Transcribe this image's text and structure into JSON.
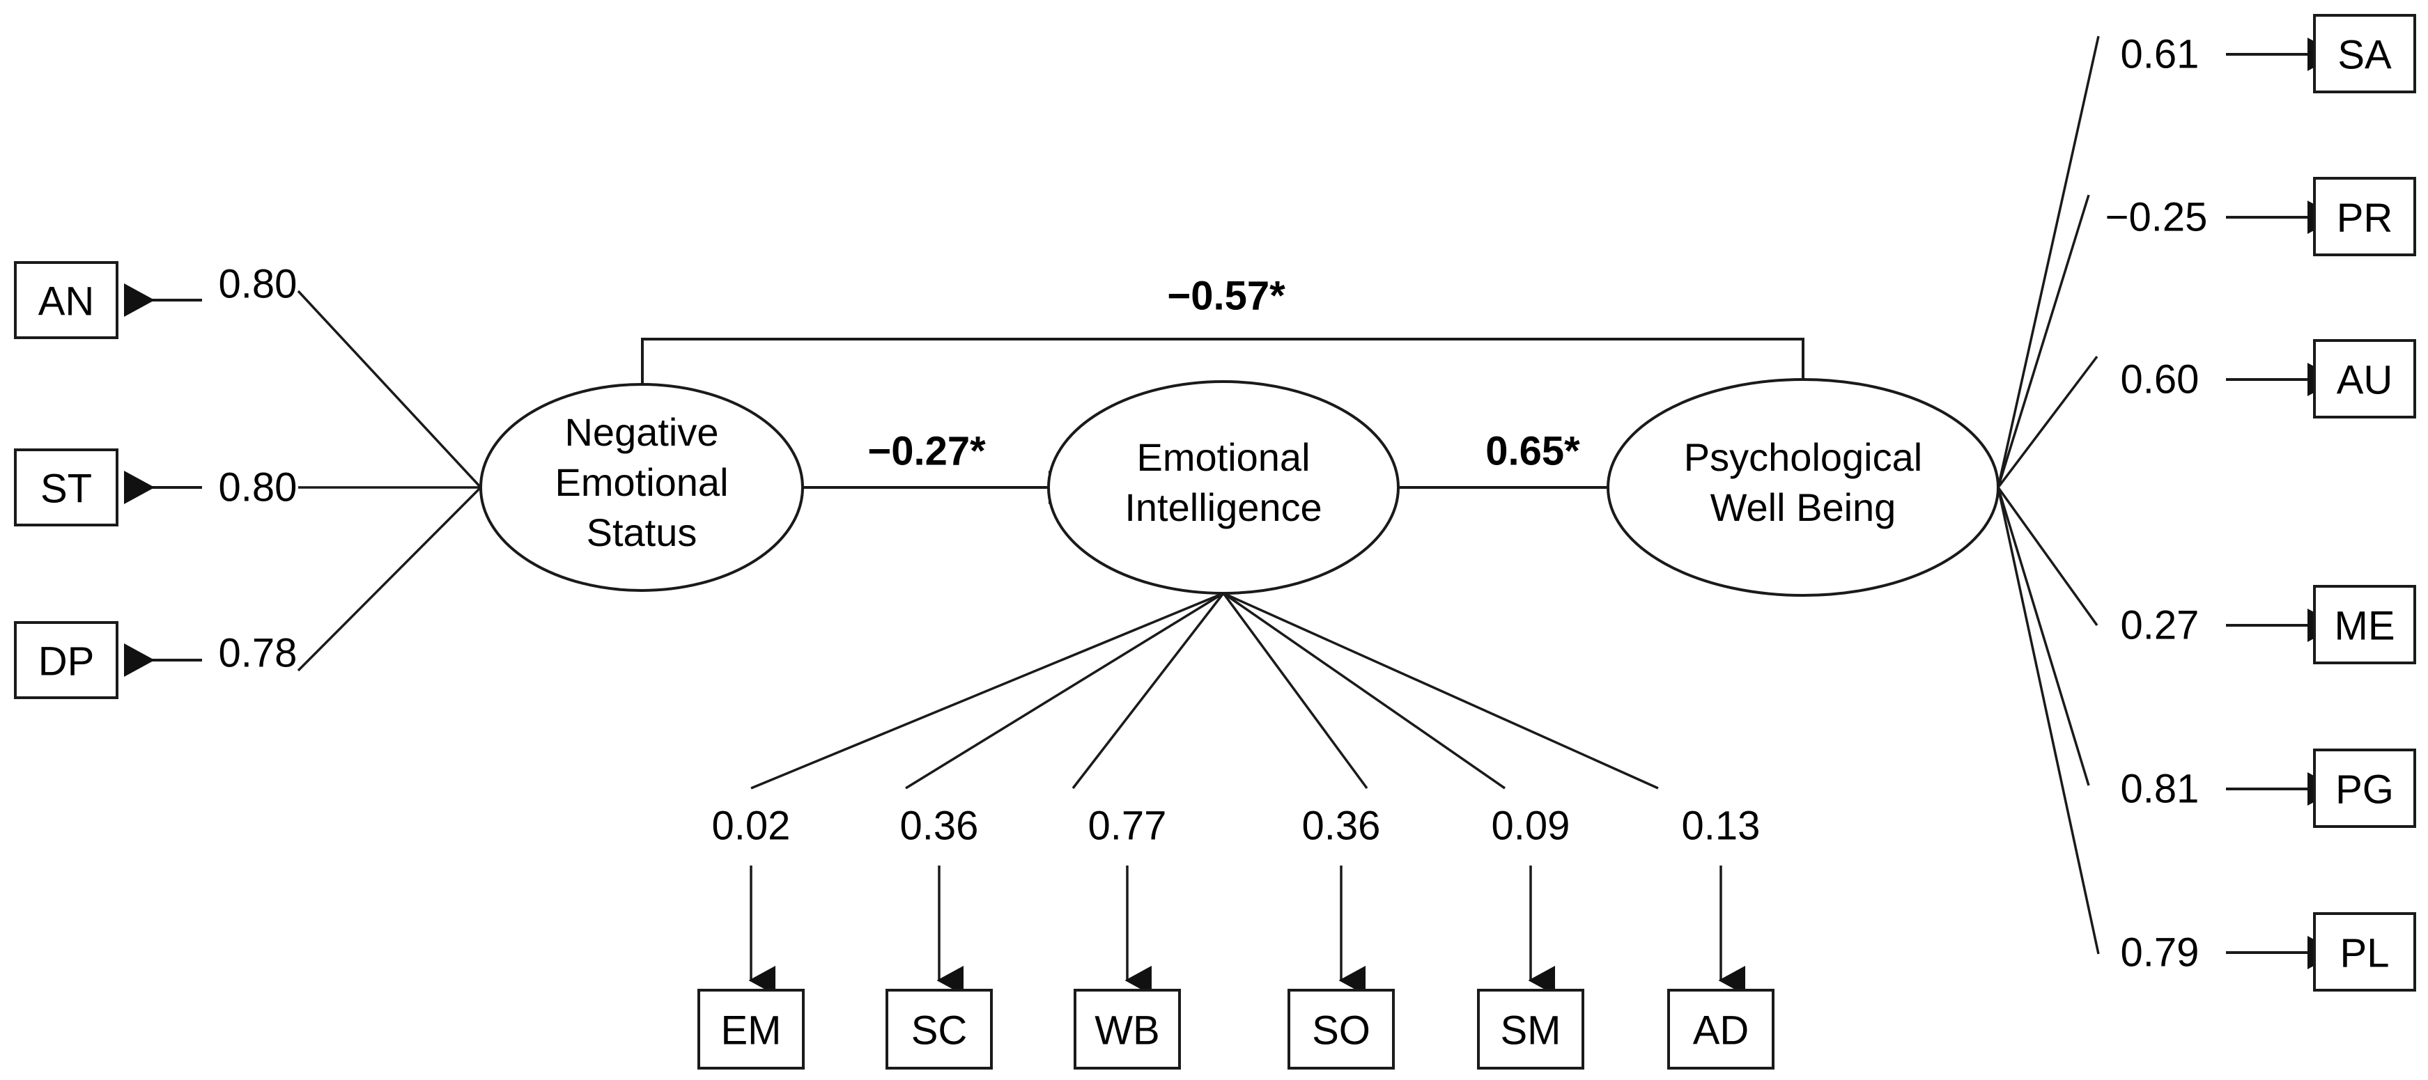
{
  "diagram": {
    "title": "Structural Equation Model Path Diagram",
    "type": "path-diagram"
  },
  "latents": {
    "negative_emotional_status": {
      "line1": "Negative",
      "line2": "Emotional",
      "line3": "Status"
    },
    "emotional_intelligence": {
      "line1": "Emotional",
      "line2": "Intelligence"
    },
    "psychological_well_being": {
      "line1": "Psychological",
      "line2": "Well Being"
    }
  },
  "structural_paths": {
    "nes_to_ei": "−0.27*",
    "ei_to_pwb": "0.65*",
    "nes_to_pwb": "−0.57*"
  },
  "left_indicators": [
    {
      "code": "AN",
      "loading": "0.80"
    },
    {
      "code": "ST",
      "loading": "0.80"
    },
    {
      "code": "DP",
      "loading": "0.78"
    }
  ],
  "bottom_indicators": [
    {
      "code": "EM",
      "loading": "0.02"
    },
    {
      "code": "SC",
      "loading": "0.36"
    },
    {
      "code": "WB",
      "loading": "0.77"
    },
    {
      "code": "SO",
      "loading": "0.36"
    },
    {
      "code": "SM",
      "loading": "0.09"
    },
    {
      "code": "AD",
      "loading": "0.13"
    }
  ],
  "right_indicators": [
    {
      "code": "SA",
      "loading": "0.61"
    },
    {
      "code": "PR",
      "loading": "−0.25"
    },
    {
      "code": "AU",
      "loading": "0.60"
    },
    {
      "code": "ME",
      "loading": "0.27"
    },
    {
      "code": "PG",
      "loading": "0.81"
    },
    {
      "code": "PL",
      "loading": "0.79"
    }
  ],
  "chart_data": {
    "type": "diagram",
    "title": "SEM path diagram: Negative Emotional Status → Emotional Intelligence → Psychological Well Being",
    "nodes": [
      {
        "id": "NES",
        "label": "Negative Emotional Status",
        "shape": "ellipse",
        "kind": "latent"
      },
      {
        "id": "EI",
        "label": "Emotional Intelligence",
        "shape": "ellipse",
        "kind": "latent"
      },
      {
        "id": "PWB",
        "label": "Psychological Well Being",
        "shape": "ellipse",
        "kind": "latent"
      },
      {
        "id": "AN",
        "label": "AN",
        "shape": "rect",
        "kind": "observed"
      },
      {
        "id": "ST",
        "label": "ST",
        "shape": "rect",
        "kind": "observed"
      },
      {
        "id": "DP",
        "label": "DP",
        "shape": "rect",
        "kind": "observed"
      },
      {
        "id": "EM",
        "label": "EM",
        "shape": "rect",
        "kind": "observed"
      },
      {
        "id": "SC",
        "label": "SC",
        "shape": "rect",
        "kind": "observed"
      },
      {
        "id": "WB",
        "label": "WB",
        "shape": "rect",
        "kind": "observed"
      },
      {
        "id": "SO",
        "label": "SO",
        "shape": "rect",
        "kind": "observed"
      },
      {
        "id": "SM",
        "label": "SM",
        "shape": "rect",
        "kind": "observed"
      },
      {
        "id": "AD",
        "label": "AD",
        "shape": "rect",
        "kind": "observed"
      },
      {
        "id": "SA",
        "label": "SA",
        "shape": "rect",
        "kind": "observed"
      },
      {
        "id": "PR",
        "label": "PR",
        "shape": "rect",
        "kind": "observed"
      },
      {
        "id": "AU",
        "label": "AU",
        "shape": "rect",
        "kind": "observed"
      },
      {
        "id": "ME",
        "label": "ME",
        "shape": "rect",
        "kind": "observed"
      },
      {
        "id": "PG",
        "label": "PG",
        "shape": "rect",
        "kind": "observed"
      },
      {
        "id": "PL",
        "label": "PL",
        "shape": "rect",
        "kind": "observed"
      }
    ],
    "edges": [
      {
        "from": "NES",
        "to": "EI",
        "value": "−0.27*",
        "kind": "structural",
        "significant": true
      },
      {
        "from": "EI",
        "to": "PWB",
        "value": "0.65*",
        "kind": "structural",
        "significant": true
      },
      {
        "from": "NES",
        "to": "PWB",
        "value": "−0.57*",
        "kind": "structural",
        "significant": true
      },
      {
        "from": "NES",
        "to": "AN",
        "value": "0.80",
        "kind": "loading"
      },
      {
        "from": "NES",
        "to": "ST",
        "value": "0.80",
        "kind": "loading"
      },
      {
        "from": "NES",
        "to": "DP",
        "value": "0.78",
        "kind": "loading"
      },
      {
        "from": "EI",
        "to": "EM",
        "value": "0.02",
        "kind": "loading"
      },
      {
        "from": "EI",
        "to": "SC",
        "value": "0.36",
        "kind": "loading"
      },
      {
        "from": "EI",
        "to": "WB",
        "value": "0.77",
        "kind": "loading"
      },
      {
        "from": "EI",
        "to": "SO",
        "value": "0.36",
        "kind": "loading"
      },
      {
        "from": "EI",
        "to": "SM",
        "value": "0.09",
        "kind": "loading"
      },
      {
        "from": "EI",
        "to": "AD",
        "value": "0.13",
        "kind": "loading"
      },
      {
        "from": "PWB",
        "to": "SA",
        "value": "0.61",
        "kind": "loading"
      },
      {
        "from": "PWB",
        "to": "PR",
        "value": "−0.25",
        "kind": "loading"
      },
      {
        "from": "PWB",
        "to": "AU",
        "value": "0.60",
        "kind": "loading"
      },
      {
        "from": "PWB",
        "to": "ME",
        "value": "0.27",
        "kind": "loading"
      },
      {
        "from": "PWB",
        "to": "PG",
        "value": "0.81",
        "kind": "loading"
      },
      {
        "from": "PWB",
        "to": "PL",
        "value": "0.79",
        "kind": "loading"
      }
    ]
  }
}
